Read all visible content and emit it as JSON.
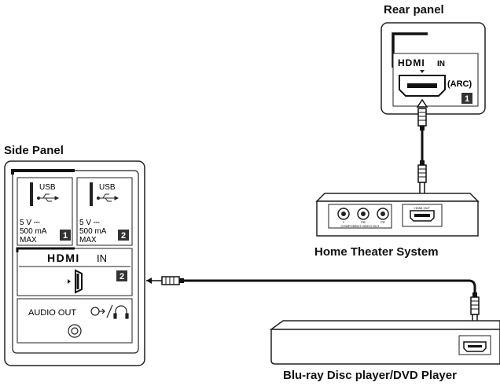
{
  "labels": {
    "rear_panel": "Rear panel",
    "side_panel": "Side Panel",
    "home_theater": "Home Theater System",
    "player": "Blu-ray Disc player/DVD Player"
  },
  "side_panel": {
    "usb1": {
      "label": "USB",
      "spec": [
        "5 V ⎓",
        "500 mA",
        "MAX"
      ],
      "number": "1"
    },
    "usb2": {
      "label": "USB",
      "spec": [
        "5 V ⎓",
        "500 mA",
        "MAX"
      ],
      "number": "2"
    },
    "hdmi_logo": "HDMI",
    "hdmi_in": "IN",
    "hdmi_number": "2",
    "audio_out": "AUDIO OUT"
  },
  "rear_panel": {
    "hdmi_logo": "HDMI",
    "hdmi_in": "IN",
    "arc": "(ARC)",
    "number": "1"
  },
  "home_theater": {
    "component_label": "COMPONENT VIDEO OUT",
    "jacks": [
      "Y",
      "PB",
      "PR"
    ],
    "hdmi_out": "HDMI OUT"
  },
  "colors": {
    "line": "#222222",
    "badge": "#333333",
    "panel": "#ffffff"
  }
}
